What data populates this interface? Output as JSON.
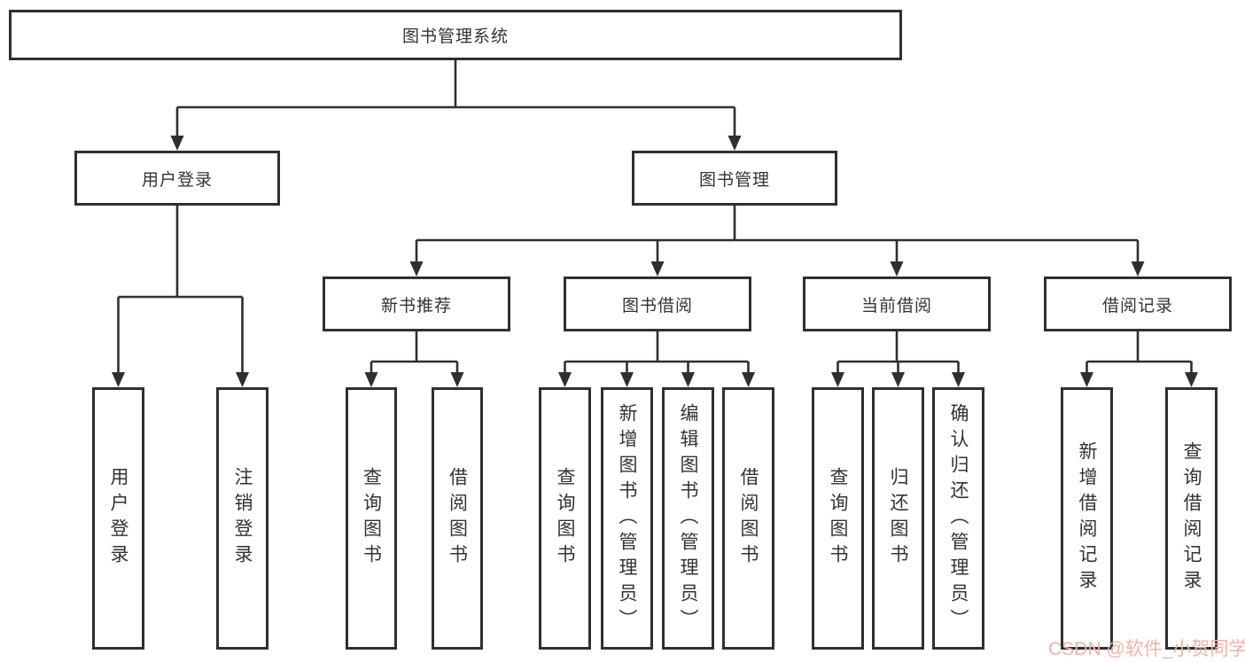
{
  "diagram": {
    "root_label": "图书管理系统",
    "nodes": {
      "user_login": "用户登录",
      "book_mgmt": "图书管理",
      "new_book": "新书推荐",
      "borrow": "图书借阅",
      "current": "当前借阅",
      "records": "借阅记录"
    },
    "leaves": {
      "user_login": [
        "用户登录",
        "注销登录"
      ],
      "new_book": [
        "查询图书",
        "借阅图书"
      ],
      "borrow": [
        "查询图书",
        "新增图书（管理员）",
        "编辑图书（管理员）",
        "借阅图书"
      ],
      "current": [
        "查询图书",
        "归还图书",
        "确认归还（管理员）"
      ],
      "records": [
        "新增借阅记录",
        "查询借阅记录"
      ]
    }
  },
  "watermark": {
    "text": "CSDN @软件_小贺同学"
  },
  "colors": {
    "line": "#2f2f2f",
    "text": "#333333",
    "background": "#ffffff",
    "box_background": "#ffffff",
    "watermark": "#f2b2a9"
  }
}
